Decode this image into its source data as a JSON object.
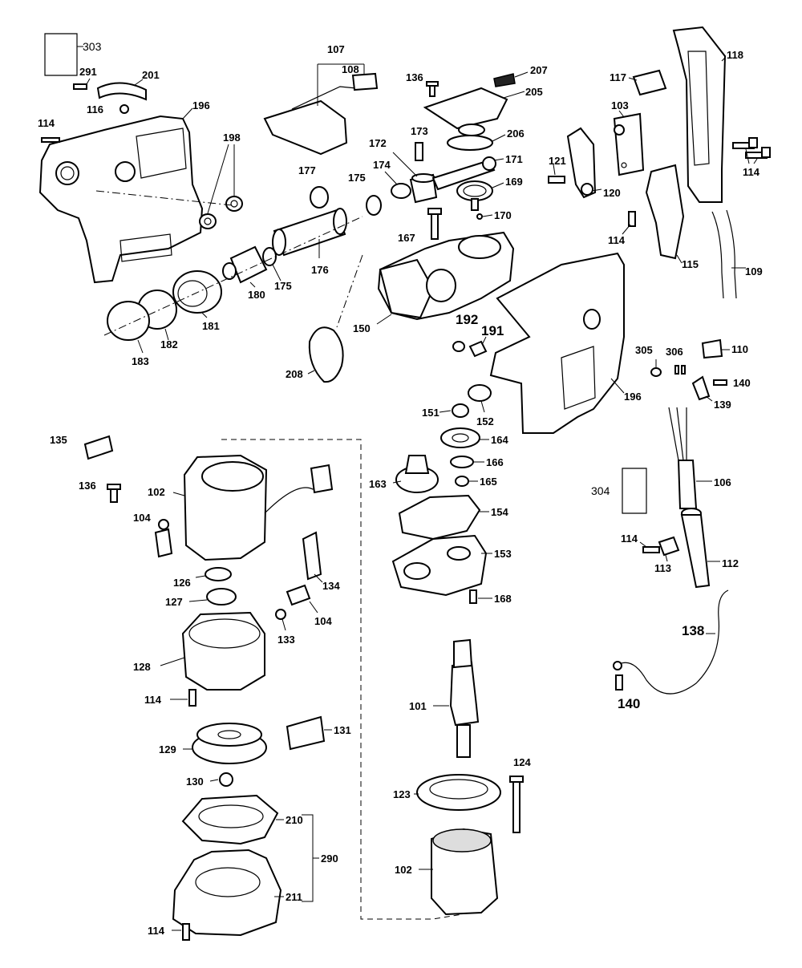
{
  "callouts": {
    "c303": "303",
    "c291": "291",
    "c201": "201",
    "c116": "116",
    "c196a": "196",
    "c114a": "114",
    "c198": "198",
    "c107": "107",
    "c108": "108",
    "c136a": "136",
    "c207": "207",
    "c205": "205",
    "c206": "206",
    "c117": "117",
    "c118": "118",
    "c103": "103",
    "c173": "173",
    "c172": "172",
    "c174": "174",
    "c171": "171",
    "c177": "177",
    "c175a": "175",
    "c169": "169",
    "c121": "121",
    "c120": "120",
    "c114b": "114",
    "c170": "170",
    "c167": "167",
    "c114c": "114",
    "c115": "115",
    "c109": "109",
    "c176": "176",
    "c180": "180",
    "c175b": "175",
    "c181": "181",
    "c182": "182",
    "c183": "183",
    "c150": "150",
    "c192": "192",
    "c191": "191",
    "c208": "208",
    "c305": "305",
    "c306": "306",
    "c110": "110",
    "c140a": "140",
    "c139": "139",
    "c196b": "196",
    "c151": "151",
    "c152": "152",
    "c164": "164",
    "c135": "135",
    "c166": "166",
    "c163": "163",
    "c165": "165",
    "c136b": "136",
    "c102a": "102",
    "c304": "304",
    "c106": "106",
    "c154": "154",
    "c104a": "104",
    "c153": "153",
    "c114d": "114",
    "c113": "113",
    "c112": "112",
    "c126": "126",
    "c134": "134",
    "c168": "168",
    "c127": "127",
    "c104b": "104",
    "c133": "133",
    "c138": "138",
    "c128": "128",
    "c114e": "114",
    "c140b": "140",
    "c101": "101",
    "c131": "131",
    "c129": "129",
    "c124": "124",
    "c130": "130",
    "c123": "123",
    "c210": "210",
    "c290": "290",
    "c102b": "102",
    "c211": "211",
    "c114f": "114"
  }
}
